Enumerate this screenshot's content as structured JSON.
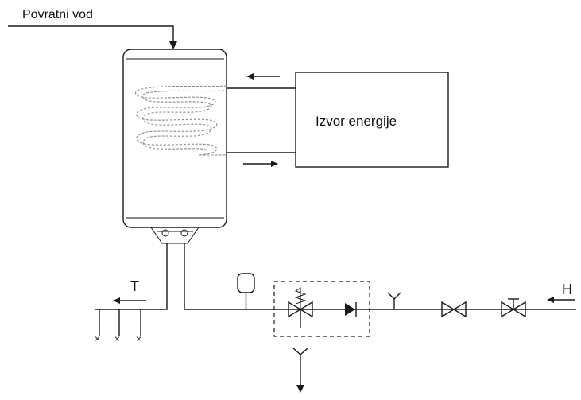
{
  "labels": {
    "return_line": "Povratni vod",
    "energy_source": "Izvor energije",
    "hot_outlet": "T",
    "cold_inlet": "H"
  }
}
